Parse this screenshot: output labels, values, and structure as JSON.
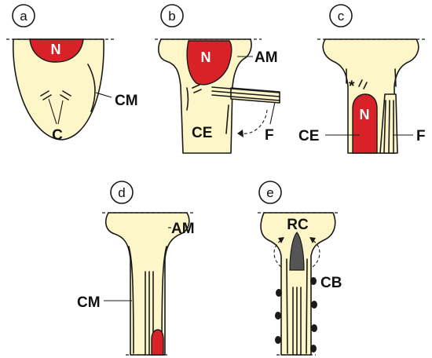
{
  "panels": {
    "a": {
      "letter": "a",
      "labels": {
        "nucleus": "N",
        "cm": "CM",
        "centrioles": "C"
      }
    },
    "b": {
      "letter": "b",
      "labels": {
        "nucleus": "N",
        "am": "AM",
        "ce": "CE",
        "flagellum": "F"
      }
    },
    "c": {
      "letter": "c",
      "labels": {
        "nucleus": "N",
        "star": "*",
        "ce": "CE",
        "flagellum": "F"
      }
    },
    "d": {
      "letter": "d",
      "labels": {
        "am": "AM",
        "cm": "CM"
      }
    },
    "e": {
      "letter": "e",
      "labels": {
        "rc": "RC",
        "cb": "CB"
      }
    }
  },
  "colors": {
    "cytoplasm": "#fdf6c8",
    "nucleus": "#d92128",
    "outline": "#1a1a1a",
    "residual": "#555555"
  }
}
